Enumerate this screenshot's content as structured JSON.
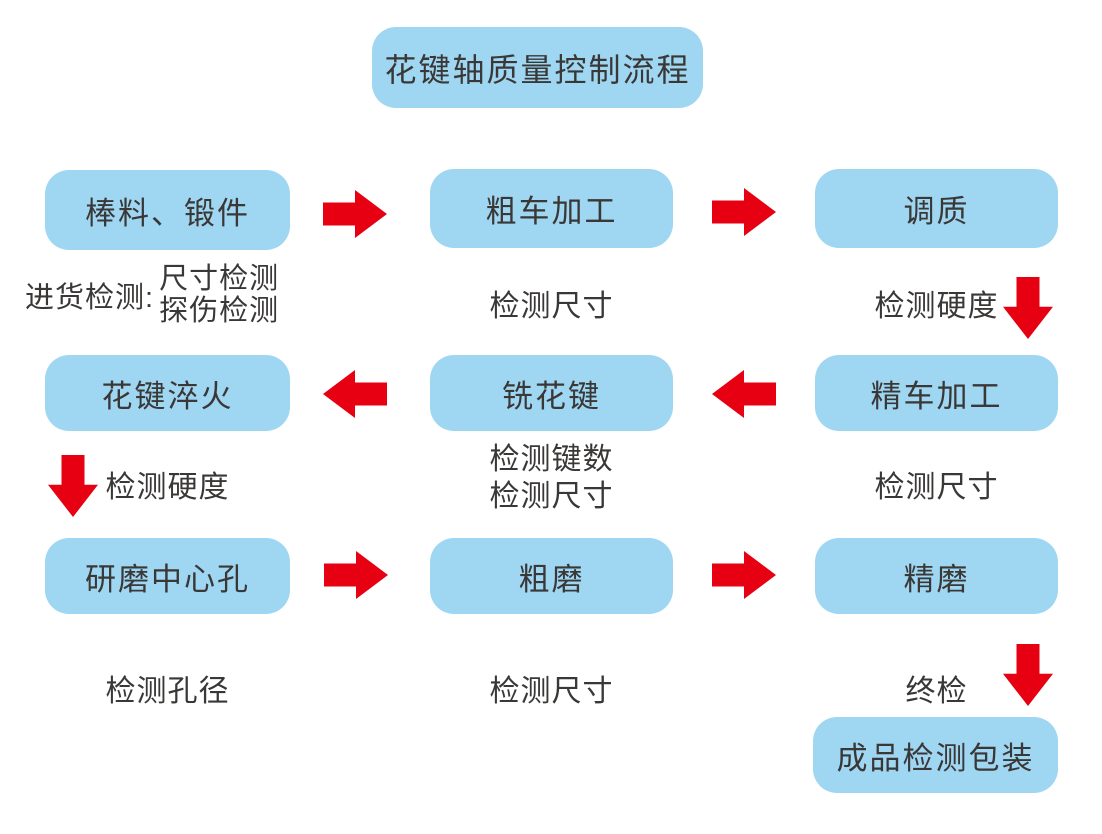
{
  "title": "花键轴质量控制流程",
  "boxes": {
    "bar_stock": "棒料、锻件",
    "rough_turning": "粗车加工",
    "tempering": "调质",
    "spline_quenching": "花键淬火",
    "spline_milling": "铣花键",
    "finish_turning": "精车加工",
    "center_hole_grinding": "研磨中心孔",
    "rough_grinding": "粗磨",
    "fine_grinding": "精磨",
    "finished_packaging": "成品检测包装"
  },
  "captions": {
    "incoming_label": "进货检测:",
    "incoming_line1": "尺寸检测",
    "incoming_line2": "探伤检测",
    "after_rough_turning": "检测尺寸",
    "after_tempering": "检测硬度",
    "after_spline_quenching": "检测硬度",
    "after_spline_milling_line1": "检测键数",
    "after_spline_milling_line2": "检测尺寸",
    "after_finish_turning": "检测尺寸",
    "after_center_hole_grinding": "检测孔径",
    "after_rough_grinding": "检测尺寸",
    "final_inspection": "终检"
  },
  "icons": {
    "arrow_right": "red block arrow pointing right (CSS clip-path shape)",
    "arrow_left": "red block arrow pointing left (CSS clip-path shape)",
    "arrow_down": "red block arrow pointing down (CSS clip-path shape)"
  },
  "colors": {
    "background": "#FFFFFF",
    "box_fill": "#9FD6F2",
    "arrow_red": "#E60012",
    "text": "#3A3837"
  }
}
